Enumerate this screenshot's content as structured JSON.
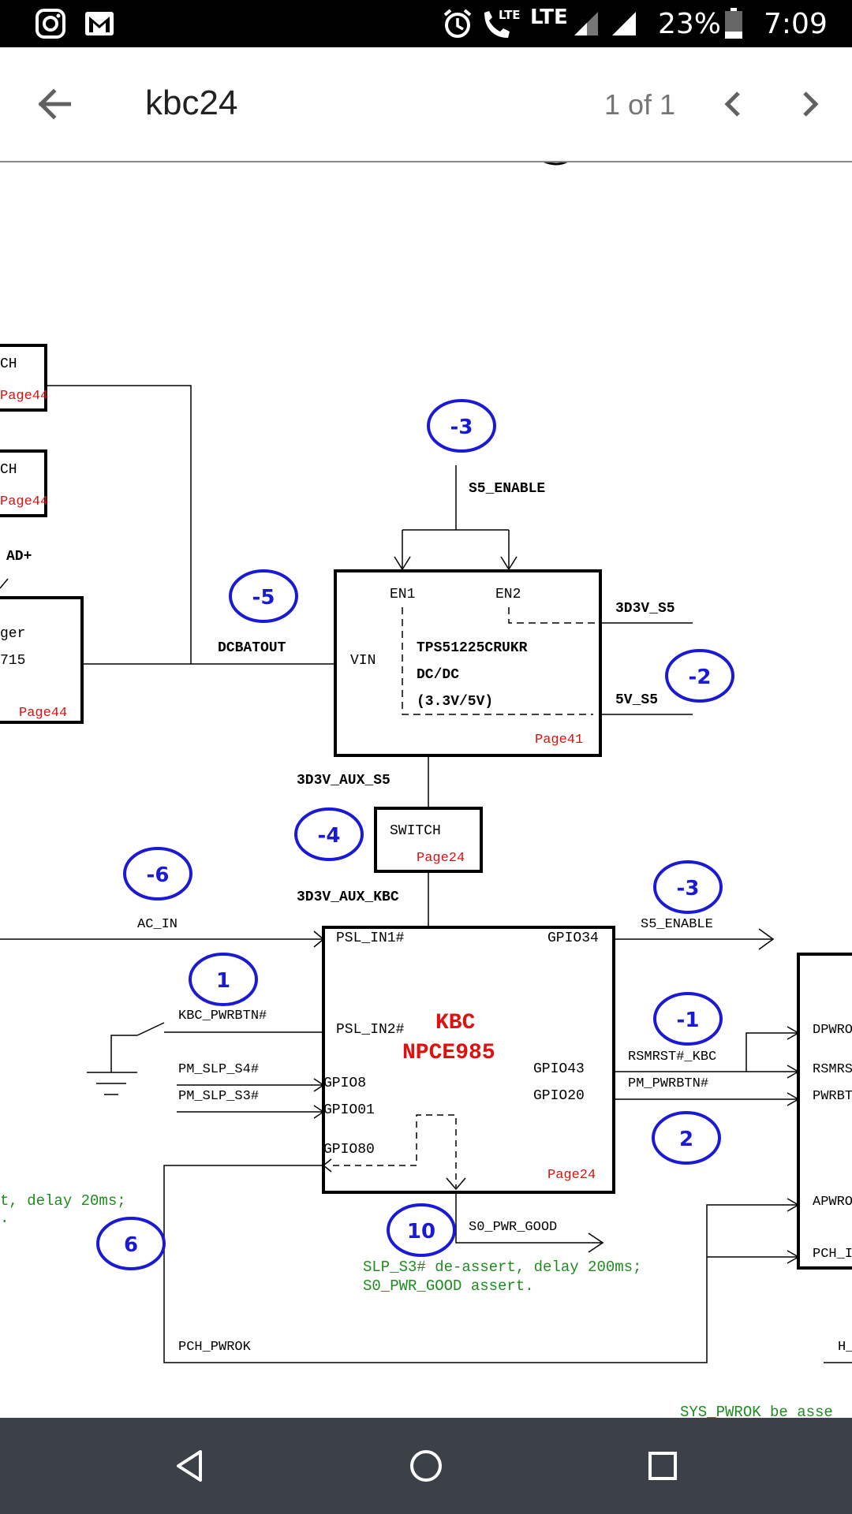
{
  "status_bar": {
    "icons": [
      "instagram-icon",
      "gmail-icon",
      "alarm-icon",
      "lte-call-icon",
      "signal-icon",
      "signal-icon",
      "battery-icon"
    ],
    "lte_label": "LTE",
    "battery": "23%",
    "time": "7:09"
  },
  "app_bar": {
    "back_icon": "arrow-back-icon",
    "title": "kbc24",
    "page_indicator": "1 of 1",
    "prev_icon": "chevron-left-icon",
    "next_icon": "chevron-right-icon"
  },
  "diagram": {
    "left_boxes": [
      {
        "line1": "CH",
        "page": "Page44"
      },
      {
        "line1": "CH",
        "page": "Page44"
      },
      {
        "line1": "ger",
        "line2": "715",
        "page": "Page44"
      }
    ],
    "adplus": "AD+",
    "dc_converter": {
      "ic": "TPS51225CRUKR",
      "type": "DC/DC",
      "voltages": "(3.3V/5V)",
      "vin": "VIN",
      "en1": "EN1",
      "en2": "EN2",
      "page": "Page41"
    },
    "switch_box": {
      "label": "SWITCH",
      "page": "Page24"
    },
    "kbc": {
      "name": "KBC",
      "part": "NPCE985",
      "page": "Page24",
      "pins_left": [
        "PSL_IN1#",
        "PSL_IN2#",
        "GPIO8",
        "GPIO01",
        "GPIO80"
      ],
      "pins_right": [
        "GPIO34",
        "GPIO43",
        "GPIO20"
      ]
    },
    "right_box_pins": [
      "DPWRO",
      "RSMRS",
      "PWRBT",
      "APWRO",
      "PCH_I"
    ],
    "nets": {
      "s5_enable_top": "S5_ENABLE",
      "dcbatout": "DCBATOUT",
      "v3d3_s5": "3D3V_S5",
      "v5_s5": "5V_S5",
      "aux_s5": "3D3V_AUX_S5",
      "aux_kbc": "3D3V_AUX_KBC",
      "ac_in": "AC_IN",
      "s5_enable_right": "S5_ENABLE",
      "kbc_pwrbtn": "KBC_PWRBTN#",
      "pm_slp_s4": "PM_SLP_S4#",
      "pm_slp_s3": "PM_SLP_S3#",
      "rsmrst_kbc": "RSMRST#_KBC",
      "pm_pwrbtn": "PM_PWRBTN#",
      "s0_pwr_good": "S0_PWR_GOOD",
      "pch_pwrok": "PCH_PWROK",
      "h_partial": "H_"
    },
    "step_circles": [
      "-3",
      "-5",
      "-2",
      "-4",
      "-6",
      "-3",
      "1",
      "-1",
      "2",
      "10",
      "6"
    ],
    "notes": {
      "left_line1": "t, delay 20ms;",
      "left_line2": ".",
      "slp_line1": "SLP_S3# de-assert, delay 200ms;",
      "slp_line2": "S0_PWR_GOOD assert.",
      "bottom_note": "SYS_PWROK be asse"
    }
  },
  "nav_bar": {
    "back": "back-triangle-icon",
    "home": "home-circle-icon",
    "recents": "recents-square-icon"
  },
  "colors": {
    "accent_blue": "#1a1ad6",
    "diagram_red": "#e01010",
    "note_green": "#1e8c1e",
    "navbar": "#3b4147"
  }
}
